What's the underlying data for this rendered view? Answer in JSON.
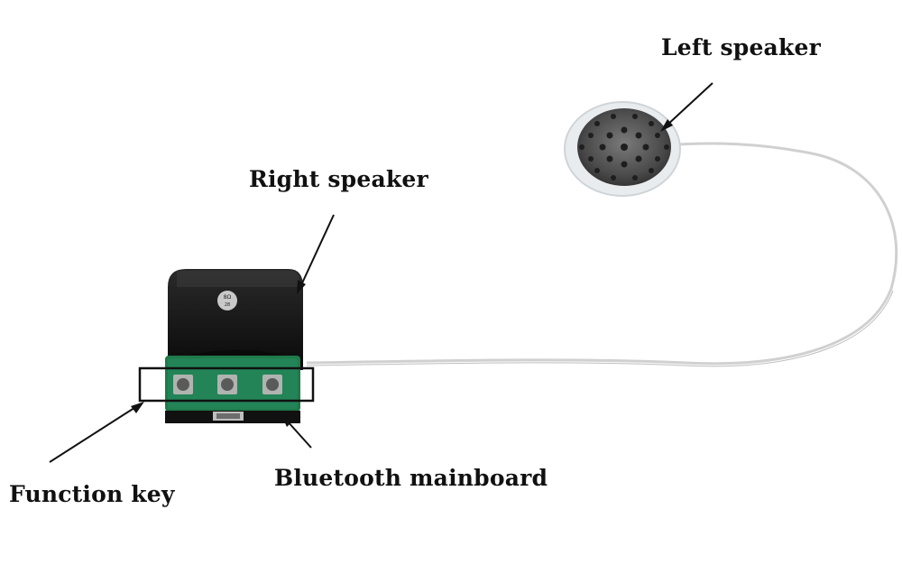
{
  "labels": {
    "left_speaker": "Left speaker",
    "right_speaker": "Right speaker",
    "bluetooth_mainboard": "Bluetooth mainboard",
    "function_key": "Function key"
  },
  "speaker_marking": "8Ω\n28",
  "colors": {
    "background": "#ffffff",
    "label_text": "#111111",
    "speaker_box": "#141414",
    "pcb_green": "#1f7a4a",
    "wire": "#d8d8d8"
  }
}
